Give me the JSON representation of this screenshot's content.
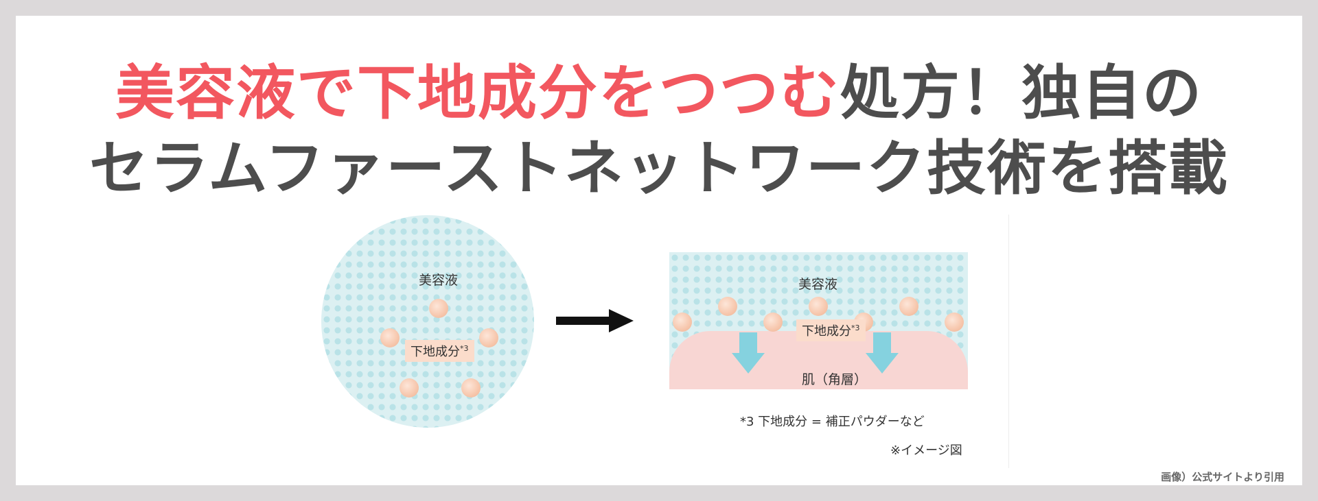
{
  "headline": {
    "line1_accent": "美容液で下地成分をつつむ",
    "line1_rest": "処方！独自の",
    "line2": "セラムファーストネットワーク技術を搭載"
  },
  "left_diagram": {
    "serum_label": "美容液",
    "base_label": "下地成分",
    "base_sup": "*3"
  },
  "right_diagram": {
    "serum_label": "美容液",
    "base_label": "下地成分",
    "base_sup": "*3",
    "skin_label": "肌（角層）",
    "footnote": "*3 下地成分 = 補正パウダーなど",
    "image_note": "※イメージ図"
  },
  "credit": "画像）公式サイトより引用",
  "colors": {
    "accent": "#f2575f",
    "title_text": "#4d4d4d",
    "dot_pattern": "#b9e2e7",
    "skin": "#f8d6d3",
    "arrow_blue": "#85d2df"
  }
}
